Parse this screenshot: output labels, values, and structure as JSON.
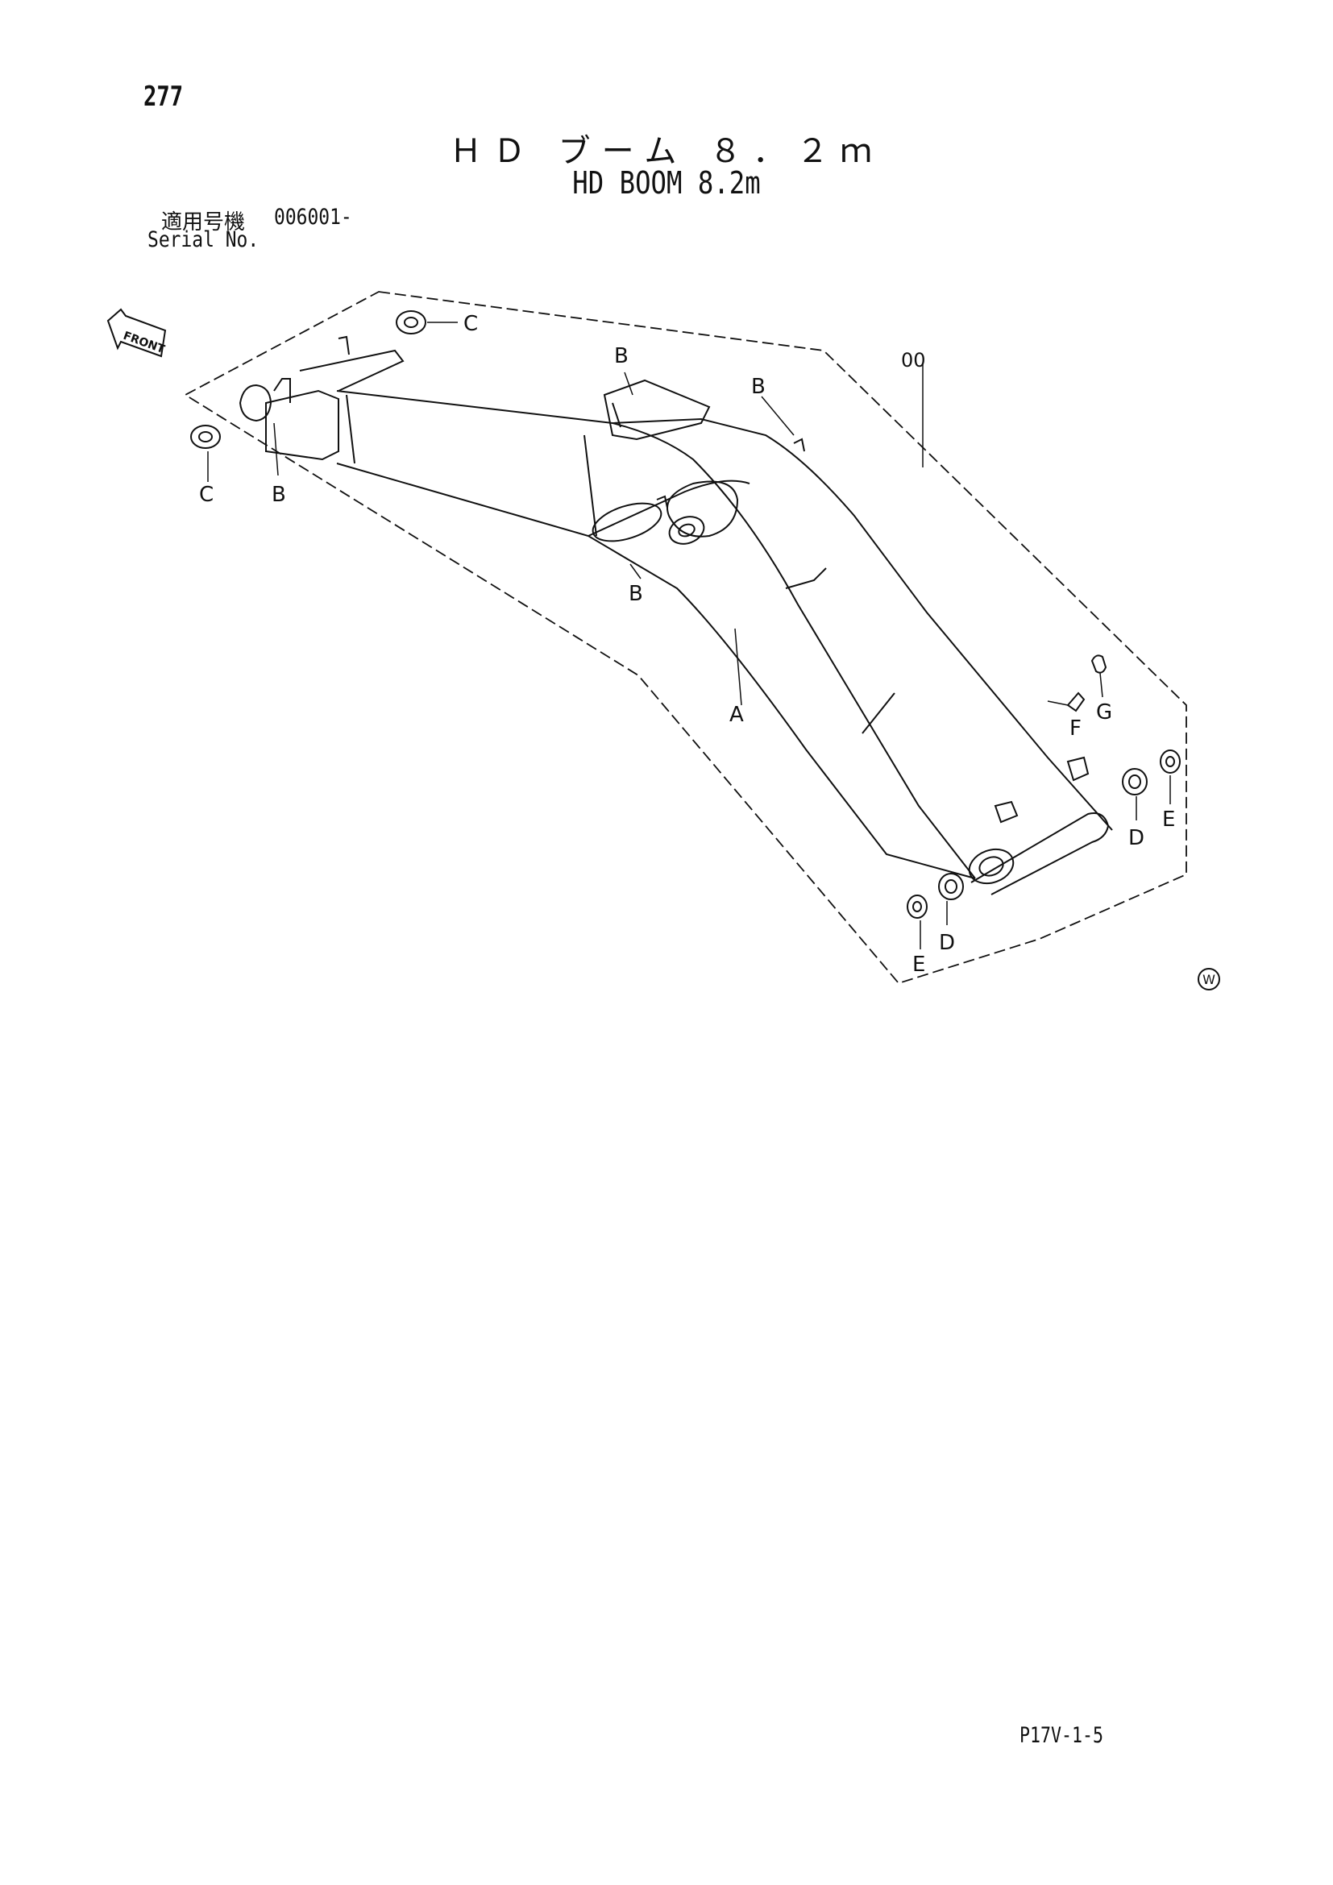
{
  "page": {
    "number": "277",
    "title_jp": "ＨＤ ブーム ８．２ｍ",
    "title_en": "HD BOOM 8.2m",
    "footer_code": "P17V-1-5"
  },
  "serial": {
    "label_jp": "適用号機",
    "value": "006001-",
    "label_en": "Serial No."
  },
  "diagram": {
    "front_label": "FRONT",
    "assembly_label": "00",
    "watermark_symbol": "W",
    "callouts": [
      {
        "id": "callout-c-top",
        "letter": "C"
      },
      {
        "id": "callout-c-left",
        "letter": "C"
      },
      {
        "id": "callout-b-left",
        "letter": "B"
      },
      {
        "id": "callout-b-top",
        "letter": "B"
      },
      {
        "id": "callout-b-right",
        "letter": "B"
      },
      {
        "id": "callout-b-middle",
        "letter": "B"
      },
      {
        "id": "callout-a",
        "letter": "A"
      },
      {
        "id": "callout-f",
        "letter": "F"
      },
      {
        "id": "callout-g",
        "letter": "G"
      },
      {
        "id": "callout-d-right",
        "letter": "D"
      },
      {
        "id": "callout-e-right",
        "letter": "E"
      },
      {
        "id": "callout-d-bottom",
        "letter": "D"
      },
      {
        "id": "callout-e-bottom",
        "letter": "E"
      }
    ]
  },
  "colors": {
    "ink": "#111111",
    "paper": "#ffffff"
  }
}
